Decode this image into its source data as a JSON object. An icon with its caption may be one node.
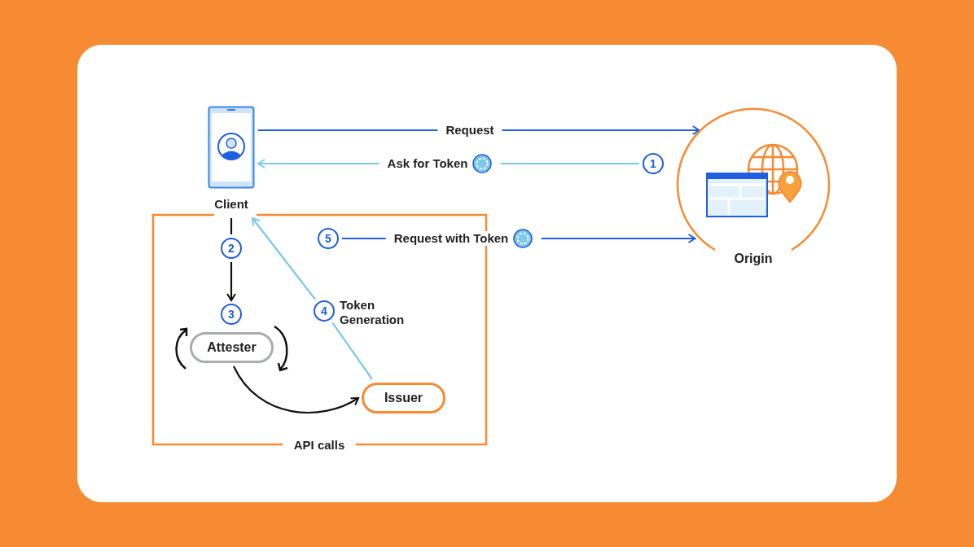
{
  "diagram": {
    "nodes": [
      {
        "text": [
          "API calls"
        ]
      },
      {
        "text": [
          "Client"
        ]
      },
      {
        "text": [
          "Attester"
        ],
        "in": 0
      },
      {
        "text": [
          "Issuer"
        ],
        "in": 0
      },
      {
        "text": [
          "Origin"
        ]
      },
      {
        "text": [
          "1"
        ]
      },
      {
        "text": [
          "5"
        ],
        "in": 0
      },
      {
        "text": [
          "2"
        ],
        "in": 0
      },
      {
        "text": [
          "3"
        ],
        "in": 0
      },
      {
        "text": [
          "4"
        ],
        "in": 0,
        "beside": [
          "Token Generation"
        ]
      }
    ],
    "edges": [
      {
        "from": 1,
        "to": 4,
        "arrow": "to",
        "label": "Request",
        "color": "#1f5fe0"
      },
      {
        "from": 5,
        "to": 1,
        "arrow": "to",
        "label": "Ask for Token",
        "color": "#7cc8ea"
      },
      {
        "from": 6,
        "to": 4,
        "arrow": "to",
        "label": "Request with Token",
        "color": "#1f5fe0"
      },
      {
        "from": 1,
        "to": 7,
        "arrow": "none",
        "color": "#111111"
      },
      {
        "from": 7,
        "to": 8,
        "arrow": "to",
        "color": "#111111"
      },
      {
        "from": 2,
        "to": 3,
        "arrow": "to",
        "color": "#111111"
      },
      {
        "from": 3,
        "to": 9,
        "arrow": "none",
        "color": "#7cc8ea"
      },
      {
        "from": 9,
        "to": 1,
        "arrow": "to",
        "color": "#7cc8ea"
      }
    ]
  }
}
